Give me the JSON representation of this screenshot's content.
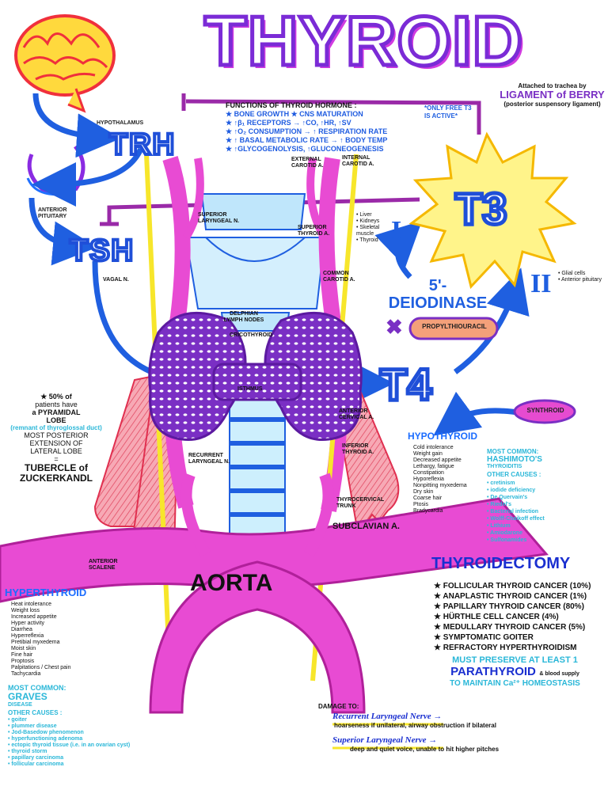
{
  "title": "THYROID",
  "axis": {
    "hypothalamus_label": "HYPOTHALAMUS",
    "trh": "TRH",
    "anterior_pituitary_label": "ANTERIOR PITUITARY",
    "tsh": "TSH",
    "t3": "T3",
    "t4": "T4",
    "deiodinase": "5'- DEIODINASE",
    "ptu": "PROPYLTHIOURACIL",
    "synthroid": "SYNTHROID",
    "receptor_1": "I",
    "receptor_2": "II",
    "receptor_1_targets": [
      "• Liver",
      "• Kidneys",
      "• Skeletal muscle",
      "• Thyroid"
    ],
    "receptor_2_targets": [
      "• Glial cells",
      "• Anterior pituitary"
    ],
    "only_free_t3": "*ONLY FREE T3 IS ACTIVE*"
  },
  "functions": {
    "heading": "FUNCTIONS OF THYROID HORMONE :",
    "lines": [
      "★ BONE GROWTH  ★ CNS MATURATION",
      "★ ↑β₁ RECEPTORS → ↑CO, ↑HR, ↑SV",
      "★ ↑O₂ CONSUMPTION → ↑ RESPIRATION RATE",
      "★ ↑ BASAL METABOLIC RATE → ↑ BODY TEMP",
      "★ ↑GLYCOGENOLYSIS, ↑GLUCONEOGENESIS"
    ]
  },
  "ligament": {
    "line1": "Attached to trachea by",
    "name": "LIGAMENT of BERRY",
    "note": "(posterior suspensory ligament)"
  },
  "anatomy": {
    "external_carotid": "EXTERNAL CAROTID A.",
    "internal_carotid": "INTERNAL CAROTID A.",
    "superior_laryngeal": "SUPERIOR LARYNGEAL N.",
    "superior_thyroid": "SUPERIOR THYROID A.",
    "vagal": "VAGAL N.",
    "common_carotid": "COMMON CAROTID A.",
    "delphian": "DELPHIAN LYMPH NODES",
    "cricothyroid": "CRICOTHYROID",
    "isthmus": "ISTHMUS",
    "anterior_cervical": "ANTERIOR CERVICAL A.",
    "inferior_thyroid": "INFERIOR THYROID A.",
    "recurrent": "RECURRENT LARYNGEAL N.",
    "thyrocervical": "THYROCERVICAL TRUNK",
    "subclavian": "SUBCLAVIAN A.",
    "anterior_scalene": "ANTERIOR SCALENE",
    "aorta": "AORTA"
  },
  "pyramidal": {
    "lines": [
      "★ 50% of",
      "patients have",
      "a PYRAMIDAL",
      "LOBE"
    ],
    "remnant": "(remnant of thyroglossal duct)",
    "lines2": [
      "MOST POSTERIOR",
      "EXTENSION OF",
      "LATERAL LOBE",
      "="
    ],
    "tubercle": "TUBERCLE of ZUCKERKANDL"
  },
  "hypothyroid": {
    "heading": "HYPOTHYROID",
    "symptoms": [
      "Cold intolerance",
      "Weight gain",
      "Decreased appetite",
      "Lethargy, fatigue",
      "Constipation",
      "Hyporeflexia",
      "Nonpitting myxedema",
      "Dry skin",
      "Coarse hair",
      "Ptosis",
      "Bradycardia"
    ],
    "most_common_label": "MOST COMMON:",
    "most_common": "HASHIMOTO'S",
    "most_common_sub": "THYROIDITIS",
    "other_label": "OTHER CAUSES :",
    "other": [
      "• cretinism",
      "• iodide deficiency",
      "• De Quervain's",
      "• Riedel's",
      "• Bacterial infection",
      "• Wolff-Chaikoff effect",
      "• Lithium",
      "• Amiodarone",
      "• Sulfonamides"
    ]
  },
  "hyperthyroid": {
    "heading": "HYPERTHYROID",
    "symptoms": [
      "Heat intolerance",
      "Weight loss",
      "Increased appetite",
      "Hyper activity",
      "Diarrhea",
      "Hyperreflexia",
      "Pretibial myxedema",
      "Moist skin",
      "Fine hair",
      "Proptosis",
      "Palpitations / Chest pain",
      "Tachycardia"
    ],
    "most_common_label": "MOST COMMON:",
    "most_common": "GRAVES",
    "most_common_sub": "DISEASE",
    "other_label": "OTHER CAUSES :",
    "other": [
      "• goiter",
      "• plummer disease",
      "• Jod-Basedow phenomenon",
      "• hyperfunctioning adenoma",
      "• ectopic thyroid tissue (i.e. in an ovarian cyst)",
      "• thyroid storm",
      "• papillary carcinoma",
      "• follicular carcinoma"
    ]
  },
  "thyroidectomy": {
    "heading": "THYROIDECTOMY",
    "items": [
      "★ FOLLICULAR THYROID CANCER (10%)",
      "★ ANAPLASTIC THYROID CANCER (1%)",
      "★ PAPILLARY THYROID CANCER (80%)",
      "★ HÜRTHLE CELL CANCER (4%)",
      "★ MEDULLARY THYROID CANCER (5%)",
      "★ SYMPTOMATIC GOITER",
      "★ REFRACTORY HYPERTHYROIDISM"
    ],
    "preserve1": "MUST PRESERVE AT LEAST 1",
    "preserve2": "PARATHYROID",
    "preserve2b": "& blood supply",
    "preserve3": "TO MAINTAIN Ca²⁺ HOMEOSTASIS"
  },
  "damage": {
    "heading": "DAMAGE TO:",
    "recurrent": "Recurrent Laryngeal Nerve →",
    "recurrent_effect": "hoarseness if unilateral, airway obstruction if bilateral",
    "superior": "Superior Laryngeal Nerve →",
    "superior_effect": "deep and quiet voice, unable to hit higher pitches"
  }
}
